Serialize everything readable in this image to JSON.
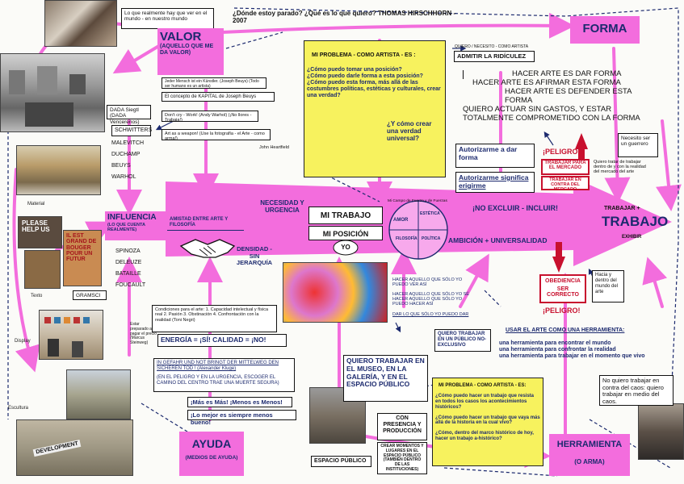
{
  "header": {
    "title": "¿Dónde estoy parado? ¿Qué es lo que quiero? THOMAS HIRSCHHORN - 2007",
    "note_top_left": "Lo que realmente hay que ver en el mundo - en nuestro mundo"
  },
  "nodes": {
    "valor": {
      "title": "VALOR",
      "subtitle": "(AQUELLO QUE ME DA VALOR)"
    },
    "forma": {
      "title": "FORMA"
    },
    "influencia": {
      "title": "INFLUENCIA",
      "subtitle": "(LO QUE CUENTA REALMENTE)"
    },
    "trabajo": {
      "title": "TRABAJO",
      "sub": "EXHIBIR",
      "plus": "TRABAJAR +"
    },
    "ayuda": {
      "title": "AYUDA",
      "subtitle": "(MEDIOS DE AYUDA)"
    },
    "herramienta": {
      "title": "HERRAMIENTA",
      "subtitle": "(O ARMA)"
    },
    "mi_trabajo": "MI TRABAJO",
    "mi_posicion": "MI POSICIÓN",
    "yo": "YO"
  },
  "valor_notes": [
    "Jeder Mensch ist ein Künstler. (Joseph Beuys) (Todo ser humano es un artista)",
    "El concepto de KAPITAL de Joseph Beuys",
    "Don't cry - Work! (Andy Warhol) (¡No llores - Trabaja!)",
    "Art as a weapon! (Use la fotografía - el Arte - como arma!)",
    "John Heartfield"
  ],
  "influences": {
    "dada": "DADA Siegtl (DADA Vencerenos)",
    "names_left": [
      "SCHWITTERS",
      "MALEVITCH",
      "DUCHAMP",
      "BEUYS",
      "WARHOL"
    ],
    "names_bottom": [
      "SPINOZA",
      "DELEUZE",
      "BATAILLE",
      "FOUCAULT",
      "GRAMSCI"
    ]
  },
  "labels": {
    "material": "Material",
    "texto": "Texto",
    "display": "Display",
    "escultura": "Escultura",
    "amistad": "AMISTAD ENTRE ARTE Y FILOSOFÍA",
    "densidad": "DENSIDAD - SIN JERARQUÍA",
    "necesidad": "NECESIDAD Y URGENCIA",
    "campo": "Mi Campo de Fuerza y de Fuerzas",
    "circle_words": [
      "AMOR",
      "ESTÉTICA",
      "FILOSOFÍA",
      "POLÍTICA"
    ],
    "no_excluir": "¡NO EXCLUIR - INCLUIR!",
    "ambicion": "AMBICIÓN + UNIVERSALIDAD",
    "preparado": "Estar preparado a pagar el precio (Marcus Steinweg)"
  },
  "problem_box": {
    "heading": "MI PROBLEMA - COMO ARTISTA - ES :",
    "lines": [
      "¿Cómo puedo tomar una posición?",
      "¿Cómo puedo darle forma a esta posición?",
      "¿Cómo puedo esta forma, más allá de las costumbres políticas, estéticas y culturales, crear una verdad?"
    ],
    "truth": "¿Y cómo crear una verdad universal?"
  },
  "forma_section": {
    "quiero": "QUIERO / NECESITO - COMO ARTISTA",
    "admitir": "ADMITIR LA RIDÍCULEZ",
    "lines": [
      "HACER ARTE ES DAR FORMA",
      "HACER ARTE ES AFIRMAR ESTA FORMA",
      "HACER ARTE ES DEFENDER ESTA FORMA",
      "QUIERO ACTUAR SIN GASTOS, Y ESTAR TOTALMENTE COMPROMETIDO CON LA FORMA"
    ],
    "autorizarme1": "Autorizarme a dar forma",
    "autorizarme2": "Autorizarme significa erigirme",
    "peligro": "¡PELIGRO!",
    "trabajar_mercado": "TRABAJAR PARA EL MERCADO",
    "trabajar_contra": "TRABAJAR EN CONTRA DEL MERCADO",
    "quiero_tratar": "Quiero tratar de trabajar dentro de y con la realidad del mercado del arte",
    "necesito": "Necesito ser un guerrero",
    "obediencia": "OBEDIENCIA",
    "ser_correcto": "SER CORRECTO",
    "peligro2": "¡PELIGRO!",
    "hacia": "Hacia y dentro del mundo del arte"
  },
  "car_box": [
    "HACER AQUELLO QUE SÓLO YO PUEDO VER ASÍ",
    "HACER AQUELLO QUE SÓLO YO SÉ HACER AQUELLO QUE SÓLO YO PUEDO HACER ASÍ",
    "DAR LO QUE SÓLO YO PUEDO DAR"
  ],
  "condiciones": {
    "title": "Condiciones para el arte: 1. Capacidad intelectual y física real 2. Pasión 3. Obstinación 4. Confrontación con la realidad (Toni Negri)",
    "energia": "ENERGÍA = ¡SÍ! CALIDAD = ¡NO!",
    "gefahr": "IN GEFAHR UND NOT BRINGT DER MITTELWEG DEN SICHEREN TOD ! (Alexander Kluge)",
    "peligro": "(EN EL PELIGRO Y EN LA URGENCIA, ESCOGER EL CAMINO DEL CENTRO TRAE UNA MUERTE SEGURA)",
    "mas": "¡Más es Más! ¡Menos es Menos!",
    "mejor": "¡Lo mejor es siempre menos bueno!"
  },
  "publico": {
    "quiero_trabajar": "QUIERO TRABAJAR EN UN PÚBLICO NO-EXCLUSIVO",
    "museo": "QUIERO TRABAJAR EN EL MUSEO, EN LA GALERÍA, Y EN EL ESPACIO PÚBLICO",
    "espacio": "ESPACIO PÚBLICO",
    "con": "CON PRESENCIA Y PRODUCCIÓN",
    "crear": "CREAR MOMENTOS Y LUGARES EN EL ESPACIO PÚBLICO (TAMBIÉN DENTRO DE LAS INSTITUCIONES)"
  },
  "herramienta_box": {
    "usar": "USAR EL ARTE COMO UNA HERRAMIENTA:",
    "lines": [
      "una herramienta para encontrar el mundo",
      "una herramienta para confrontar la realidad",
      "una herramienta para trabajar en el momento que vivo"
    ],
    "no_quiero": "No quiero trabajar en contra del caos: quiero trabajar en medio del caos."
  },
  "problem_box2": {
    "heading": "MI PROBLEMA - COMO ARTISTA - ES:",
    "lines": [
      "¿Cómo puedo hacer un trabajo que resista en todos los casos los acontecimientos históricos?",
      "¿Cómo puedo hacer un trabajo que vaya más allá de la historia en la cual vivo?",
      "¿Cómo, dentro del marco histórico de hoy, hacer un trabajo a-histórico?"
    ]
  },
  "photo_text": {
    "please_help": "PLEASE HELP US",
    "il_est": "IL EST GRAND DE BOUGER POUR UN FUTUR",
    "development": "DEVELOPMENT"
  },
  "colors": {
    "pink": "#f36ddd",
    "yellow": "#f7f25e",
    "navy": "#1c2a6e",
    "red": "#c8102e"
  }
}
